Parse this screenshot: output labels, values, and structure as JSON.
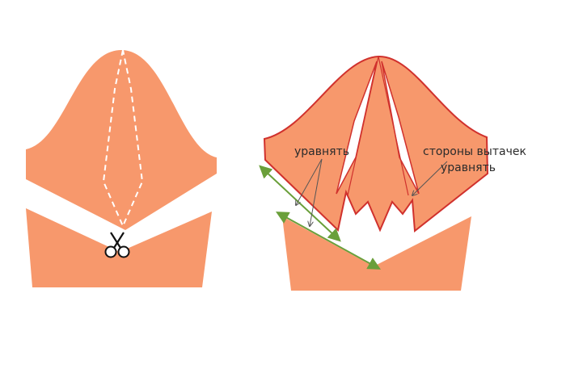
{
  "colors": {
    "fabric": "#F7986C",
    "background": "#ffffff",
    "cut_line": "#ffffff",
    "outline": "#D0312D",
    "arrow": "#6A9F3A",
    "pointer": "#555555",
    "text": "#2b2b2b"
  },
  "icons": {
    "scissors": "scissors-icon"
  },
  "labels": {
    "even_up_left": "уравнять",
    "dart_sides": "стороны вытачек",
    "even_up_right": "уравнять"
  }
}
